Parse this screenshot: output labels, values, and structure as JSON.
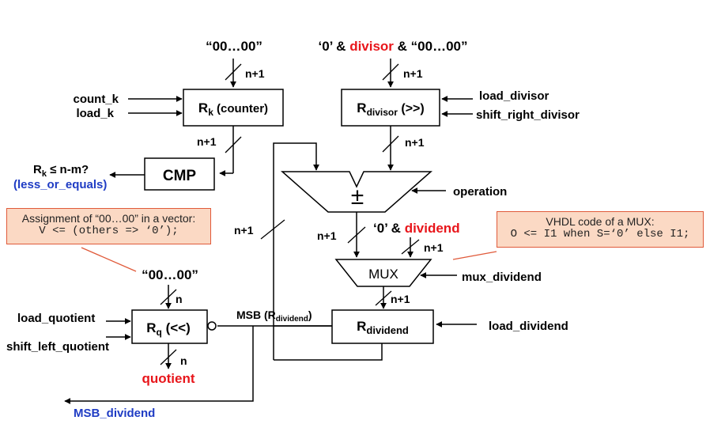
{
  "inputs": {
    "zeros_top": "“00…00”",
    "divisor_pre": "‘0’ & ",
    "divisor_word": "divisor",
    "divisor_post": " & “00…00”",
    "zeros_q": "“00…00”",
    "dividend_pre": "‘0’ & ",
    "dividend_word": "dividend"
  },
  "blocks": {
    "rk_main": "R",
    "rk_sub": "k",
    "rk_suffix": " (counter)",
    "rdiv_main": "R",
    "rdiv_sub": "divisor",
    "rdiv_suffix": " (>>)",
    "cmp": "CMP",
    "mux": "MUX",
    "rq_main": "R",
    "rq_sub": "q",
    "rq_suffix": " (<<)",
    "rdd_main": "R",
    "rdd_sub": "dividend"
  },
  "signals": {
    "count_k": "count_k",
    "load_k": "load_k",
    "load_divisor": "load_divisor",
    "shift_right_divisor": "shift_right_divisor",
    "operation": "operation",
    "mux_dividend": "mux_dividend",
    "load_dividend": "load_dividend",
    "load_quotient": "load_quotient",
    "shift_left_quotient": "shift_left_quotient",
    "quotient": "quotient",
    "msb_dividend": "MSB_dividend",
    "cond_main": "R",
    "cond_sub": "k",
    "cond_rest": " ≤ n-m?",
    "less_or_equals": "(less_or_equals)",
    "msb_label_pre": "MSB (R",
    "msb_label_sub": "dividend",
    "msb_label_post": ")",
    "alu_symbol": "±"
  },
  "widths": {
    "n1": "n+1",
    "n": "n"
  },
  "notes": {
    "assign_title": "Assignment of “00…00” in a vector:",
    "assign_code": "V <= (others => ‘0’);",
    "mux_title": "VHDL code of a MUX:",
    "mux_code": "O <= I1 when S=‘0’ else I1;"
  },
  "colors": {
    "line": "#000000",
    "red_text": "#e8161b",
    "blue_text": "#1f3cc4",
    "note_bg": "#fbd9c4",
    "note_border": "#e05a3a"
  }
}
